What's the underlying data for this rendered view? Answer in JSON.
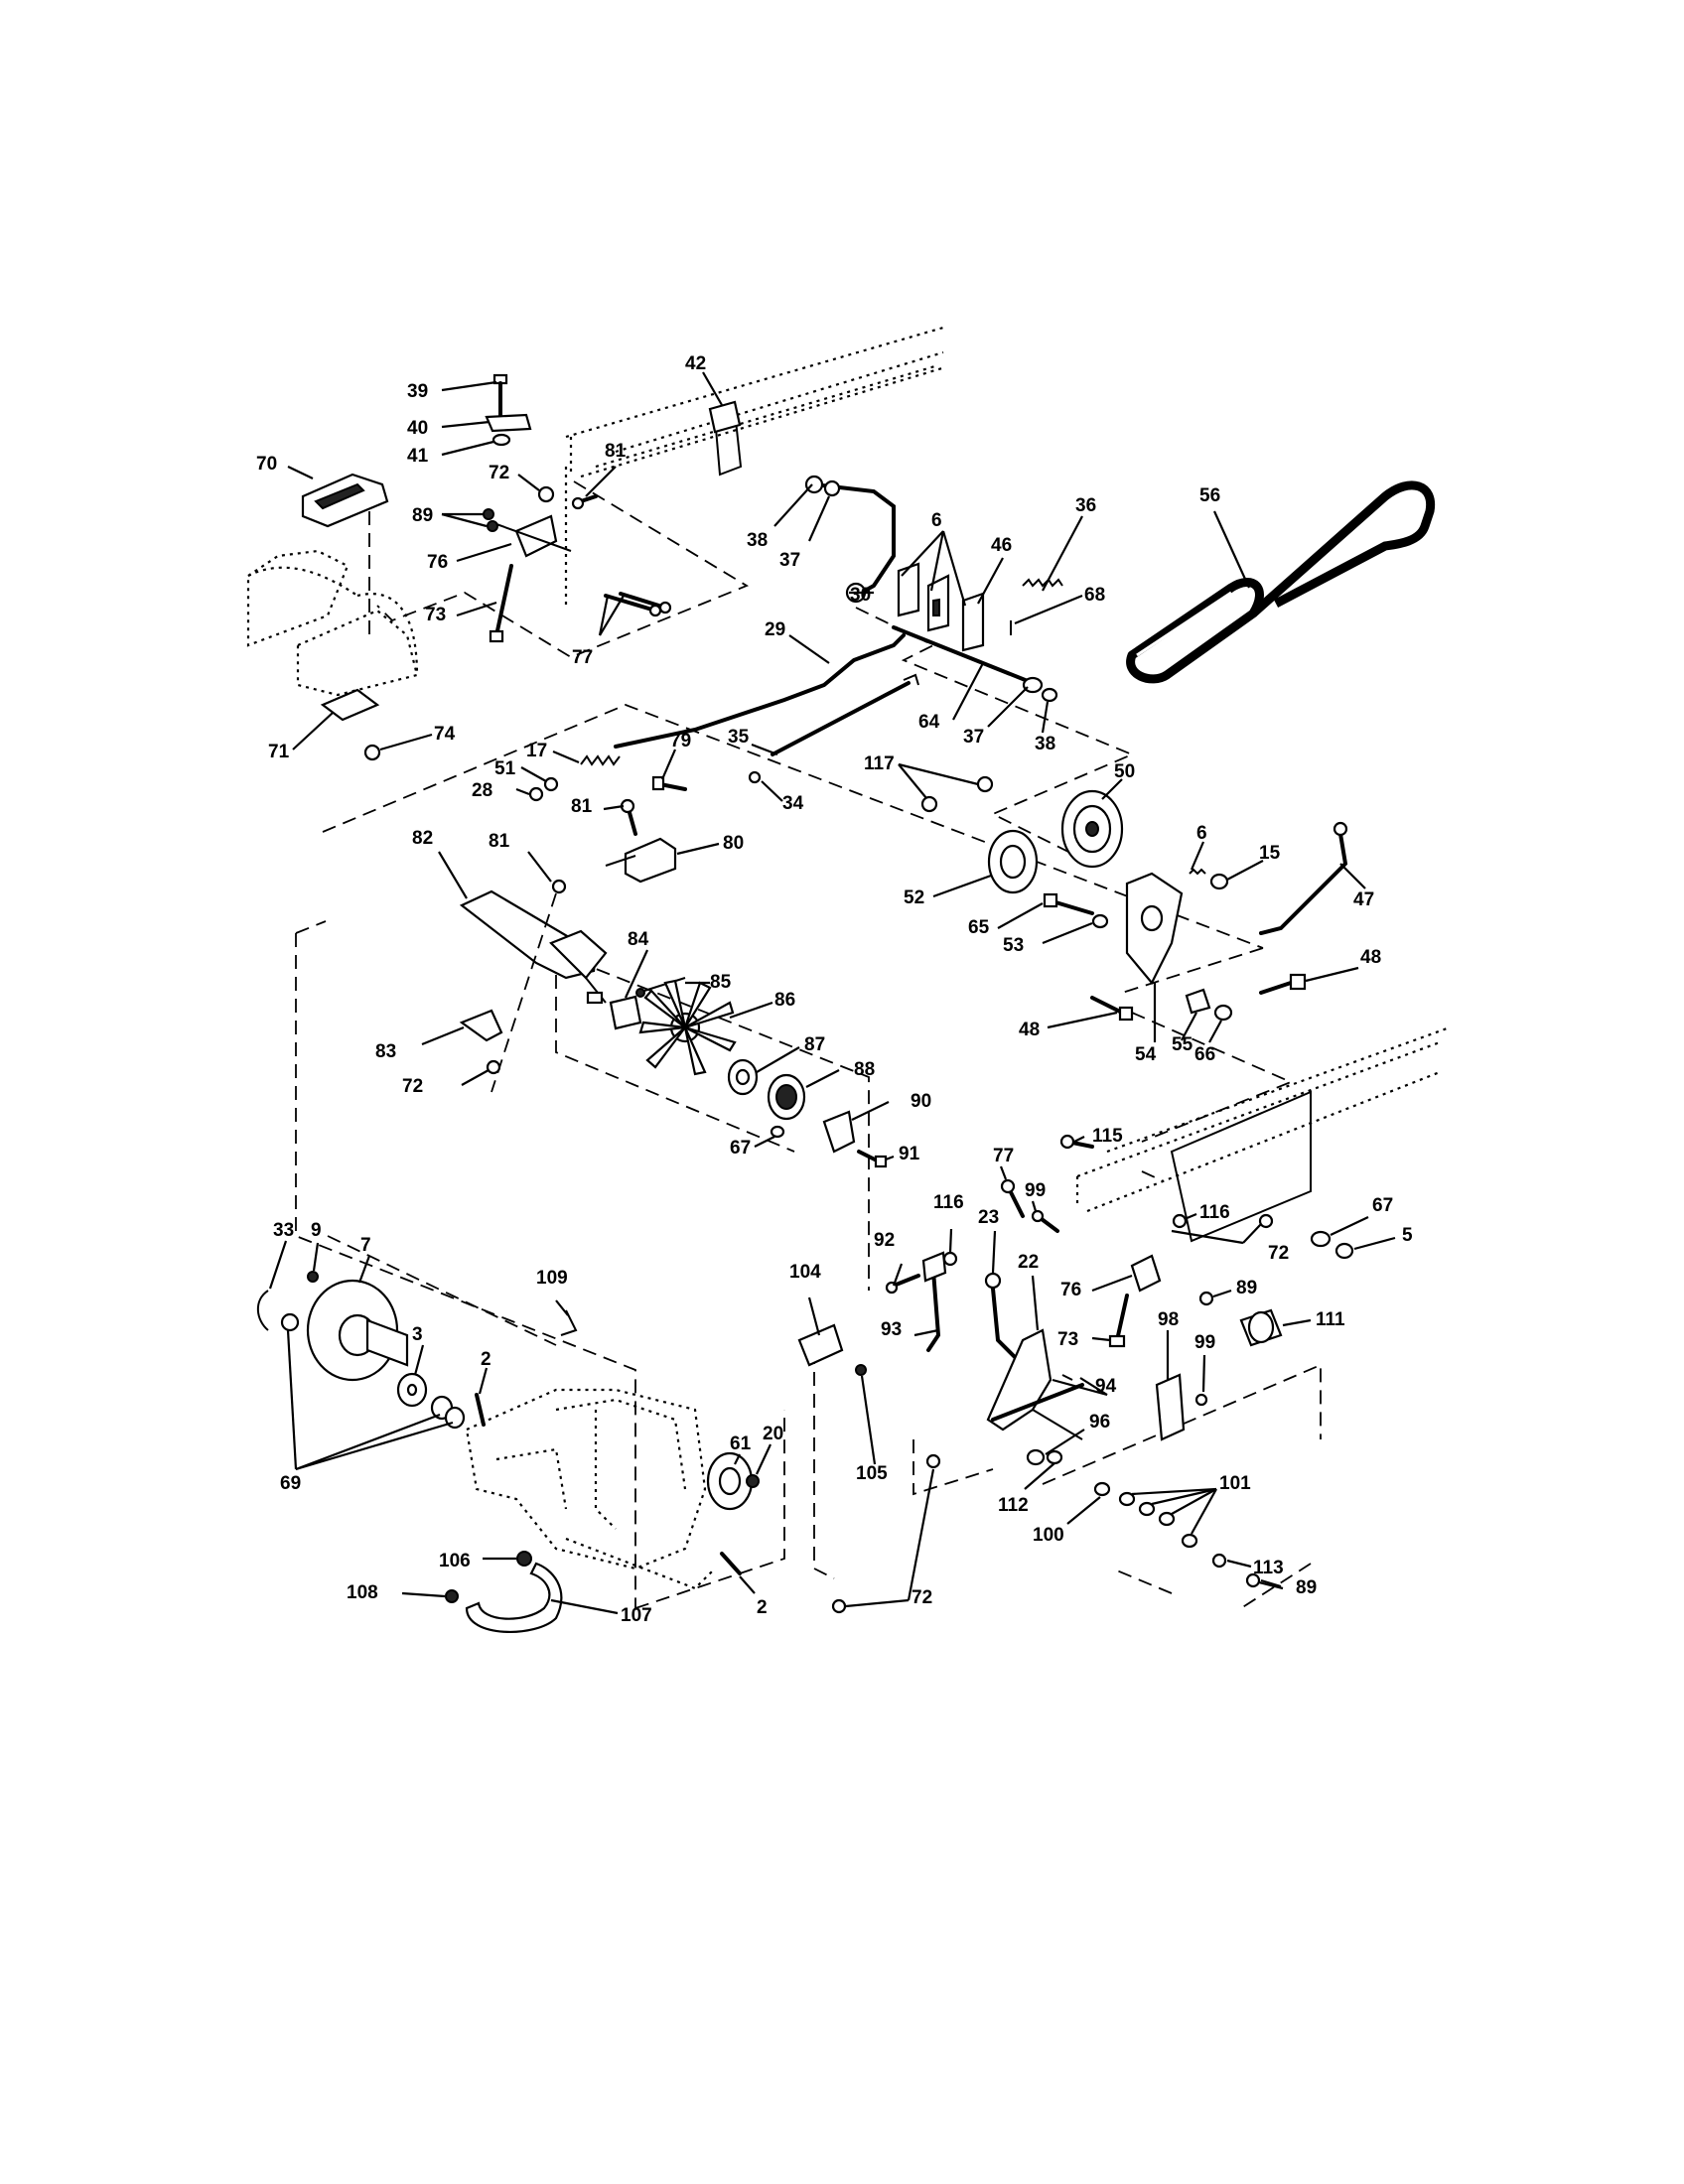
{
  "labels": {
    "l39": "39",
    "l40": "40",
    "l41": "41",
    "l42": "42",
    "l70": "70",
    "l72a": "72",
    "l81a": "81",
    "l89a": "89",
    "l76a": "76",
    "l73a": "73",
    "l77a": "77",
    "l38a": "38",
    "l37a": "37",
    "l6a": "6",
    "l30": "30",
    "l46": "46",
    "l36": "36",
    "l68": "68",
    "l56": "56",
    "l29": "29",
    "l64": "64",
    "l37b": "37",
    "l38b": "38",
    "l71": "71",
    "l74": "74",
    "l17": "17",
    "l79": "79",
    "l51": "51",
    "l28": "28",
    "l35": "35",
    "l34": "34",
    "l117": "117",
    "l50": "50",
    "l81b": "81",
    "l82": "82",
    "l80": "80",
    "l81c": "81",
    "l6b": "6",
    "l15": "15",
    "l52": "52",
    "l65": "65",
    "l53": "53",
    "l47": "47",
    "l48a": "48",
    "l84": "84",
    "l85": "85",
    "l86": "86",
    "l83": "83",
    "l72b": "72",
    "l87": "87",
    "l88": "88",
    "l90": "90",
    "l67a": "67",
    "l91": "91",
    "l48b": "48",
    "l55": "55",
    "l54": "54",
    "l66": "66",
    "l115": "115",
    "l77b": "77",
    "l99a": "99",
    "l116a": "116",
    "l67b": "67",
    "l5": "5",
    "l72c": "72",
    "l33": "33",
    "l9": "9",
    "l7": "7",
    "l109": "109",
    "l104": "104",
    "l92": "92",
    "l116b": "116",
    "l23": "23",
    "l22": "22",
    "l76b": "76",
    "l89b": "89",
    "l111": "111",
    "l3": "3",
    "l73b": "73",
    "l98": "98",
    "l99b": "99",
    "l93": "93",
    "l94": "94",
    "l2a": "2",
    "l61": "61",
    "l20": "20",
    "l105": "105",
    "l96": "96",
    "l69": "69",
    "l112": "112",
    "l101": "101",
    "l100": "100",
    "l106": "106",
    "l113": "113",
    "l108": "108",
    "l107": "107",
    "l2b": "2",
    "l72d": "72",
    "l89c": "89"
  }
}
